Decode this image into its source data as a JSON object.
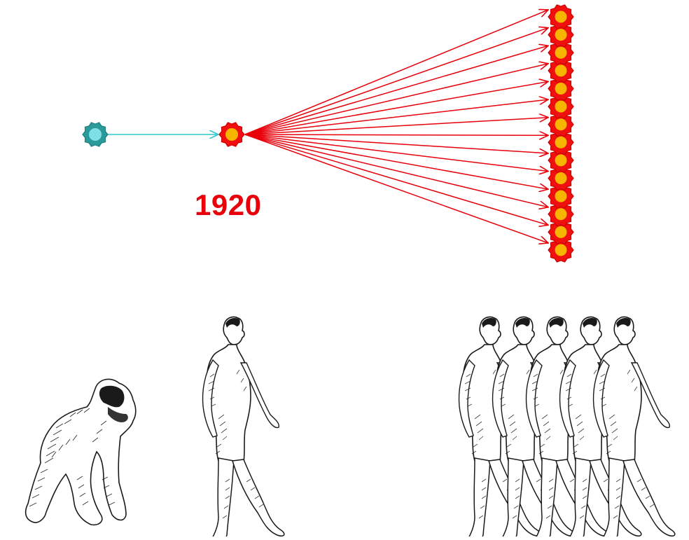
{
  "diagram": {
    "year_label": "1920",
    "colors": {
      "arrow_red": "#e8000b",
      "arrow_cyan": "#2ac6cf",
      "node_red_fill": "#f01010",
      "node_red_stroke": "#cc0000",
      "node_core": "#f7b500",
      "node_teal_fill": "#2a9a9a",
      "node_teal_core": "#7fe0e6",
      "year_text": "#e8000b",
      "sketch_ink": "#1a1a1a"
    },
    "source_node": {
      "name": "ancestor-node",
      "color": "teal"
    },
    "hub_node": {
      "name": "1920-node",
      "color": "red"
    },
    "target_count": 14,
    "figures": {
      "ape": "ape-sketch",
      "single_human": "human-sketch",
      "human_group_count": 5
    }
  }
}
